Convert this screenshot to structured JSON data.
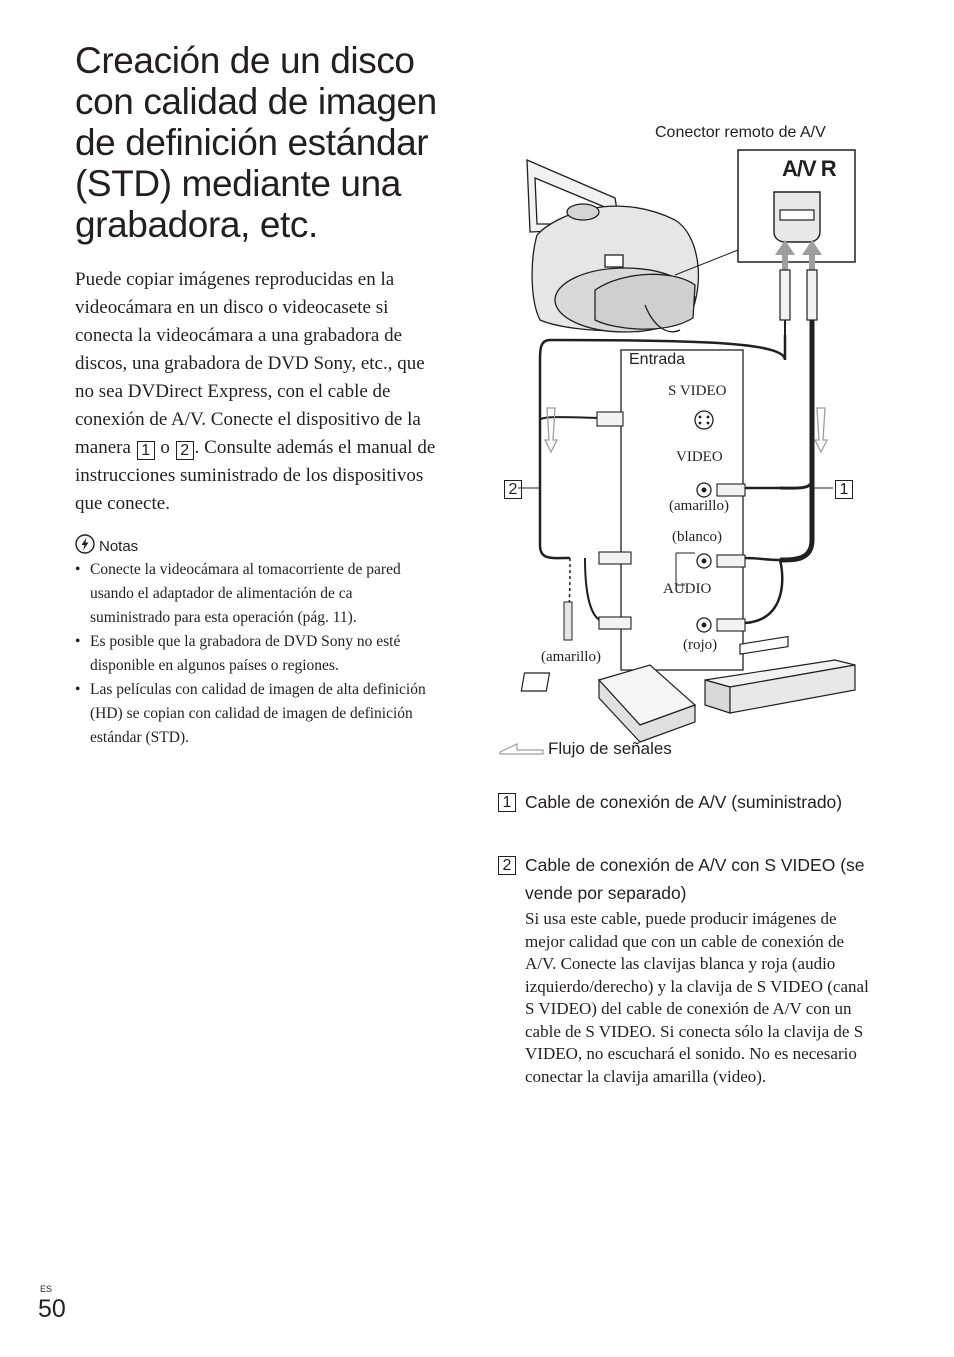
{
  "title": "Creación de un disco con calidad de imagen de definición estándar (STD) mediante una grabadora, etc.",
  "intro": {
    "part1": "Puede copiar imágenes reproducidas en la videocámara en un disco o videocasete si conecta la videocámara a una grabadora de discos, una grabadora de DVD Sony, etc., que no sea DVDirect Express, con el cable de conexión de A/V. Conecte el dispositivo de la manera",
    "box1": "1",
    "conj": "o",
    "box2": "2",
    "part2": ". Consulte además el manual de instrucciones suministrado de los dispositivos que conecte."
  },
  "notes": {
    "heading": "Notas",
    "icon": "warning-icon",
    "items": [
      "Conecte la videocámara al tomacorriente de pared usando el adaptador de alimentación de ca suministrado para esta operación (pág. 11).",
      "Es posible que la grabadora de DVD Sony no esté disponible en algunos países o regiones.",
      "Las películas con calidad de imagen de alta definición (HD) se copian con calidad de imagen de definición estándar (STD)."
    ]
  },
  "diagram": {
    "connector_label": "Conector remoto de A/V",
    "av_r": "A/V R",
    "entrada": "Entrada",
    "s_video": "S VIDEO",
    "video": "VIDEO",
    "amarillo_1": "(amarillo)",
    "blanco": "(blanco)",
    "audio": "AUDIO",
    "rojo": "(rojo)",
    "amarillo_2": "(amarillo)",
    "marker_1": "1",
    "marker_2": "2",
    "flujo": "Flujo de señales"
  },
  "legend": [
    {
      "num": "1",
      "title": "Cable de conexión de A/V (suministrado)",
      "body": ""
    },
    {
      "num": "2",
      "title": "Cable de conexión de A/V con S VIDEO (se vende por separado)",
      "body": "Si usa este cable, puede producir imágenes de mejor calidad que con un cable de conexión de A/V. Conecte las clavijas blanca y roja (audio izquierdo/derecho) y la clavija de S VIDEO (canal S VIDEO) del cable de conexión de A/V con un cable de S VIDEO. Si conecta sólo la clavija de S VIDEO, no escuchará el sonido. No es necesario conectar la clavija amarilla (video)."
    }
  ],
  "page": {
    "lang": "ES",
    "number": "50"
  }
}
